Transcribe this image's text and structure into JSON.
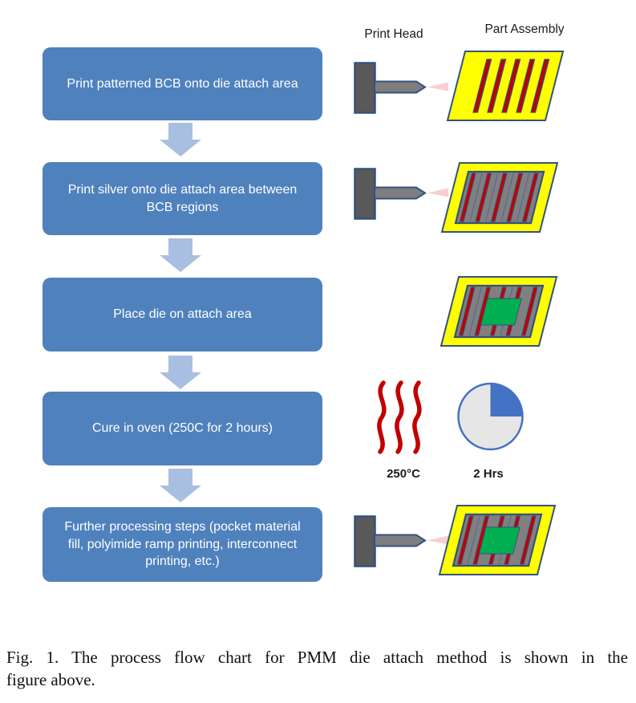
{
  "figure": {
    "flow_steps": [
      {
        "label": "Print patterned BCB onto die attach area"
      },
      {
        "label": "Print silver onto die attach area between BCB regions"
      },
      {
        "label": "Place die on attach area"
      },
      {
        "label": "Cure in oven (250C for 2 hours)"
      },
      {
        "label": "Further processing steps (pocket material fill, polyimide ramp printing, interconnect printing, etc.)"
      }
    ],
    "labels": {
      "print_head": "Print Head",
      "part_assembly": "Part Assembly",
      "temperature": "250°C",
      "duration": "2 Hrs"
    },
    "colors": {
      "box_fill": "#4f81bd",
      "box_text": "#ffffff",
      "arrow_fill": "#a9bfe1",
      "substrate_yellow": "#ffff00",
      "stripe_red": "#c00000",
      "silver_gray": "#808080",
      "die_green": "#00b050",
      "outline_navy": "#33527e",
      "heat_wave_red": "#c00000",
      "clock_face": "#e7e6e6",
      "clock_sector": "#4472c4",
      "spray_pink": "#f5bfc0",
      "printhead_body": "#595959"
    }
  },
  "caption": {
    "full_text": "Fig. 1.  The process flow chart for PMM die attach method is shown in the figure above.",
    "line1": "Fig. 1.  The process flow chart for PMM die attach method is shown in the",
    "line2": "figure above."
  }
}
